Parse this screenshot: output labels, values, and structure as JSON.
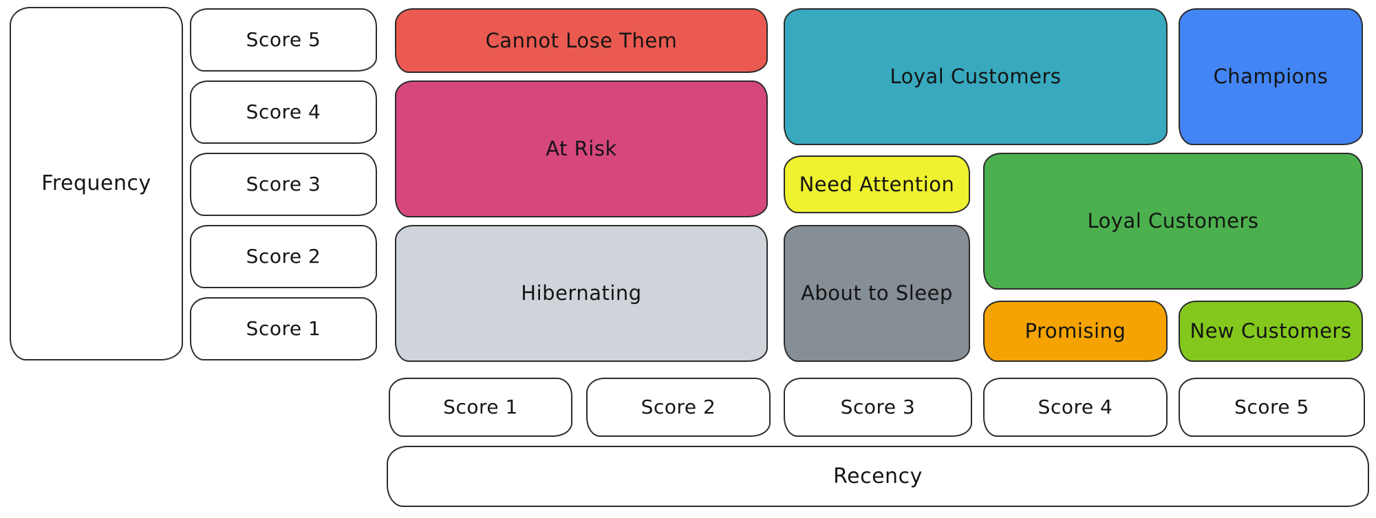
{
  "diagram": {
    "type": "rfm-segment-matrix",
    "y_axis": {
      "label": "Frequency",
      "scores": [
        "Score 5",
        "Score 4",
        "Score 3",
        "Score 2",
        "Score 1"
      ]
    },
    "x_axis": {
      "label": "Recency",
      "scores": [
        "Score 1",
        "Score 2",
        "Score 3",
        "Score 4",
        "Score 5"
      ]
    },
    "segments": [
      {
        "id": "cannot-lose-them",
        "label": "Cannot Lose Them",
        "color": "#ea5a50",
        "recency_scores": "1-2",
        "frequency_scores": "5"
      },
      {
        "id": "at-risk",
        "label": "At Risk",
        "color": "#d6477d",
        "recency_scores": "1-2",
        "frequency_scores": "3-4"
      },
      {
        "id": "hibernating",
        "label": "Hibernating",
        "color": "#ced4da",
        "recency_scores": "1-2",
        "frequency_scores": "1-2"
      },
      {
        "id": "loyal-customers-top",
        "label": "Loyal Customers",
        "color": "#38a9be",
        "recency_scores": "3-4",
        "frequency_scores": "4-5"
      },
      {
        "id": "champions",
        "label": "Champions",
        "color": "#4385f4",
        "recency_scores": "5",
        "frequency_scores": "4-5"
      },
      {
        "id": "need-attention",
        "label": "Need Attention",
        "color": "#eff22e",
        "recency_scores": "3",
        "frequency_scores": "3"
      },
      {
        "id": "about-to-sleep",
        "label": "About to Sleep",
        "color": "#868e96",
        "recency_scores": "3",
        "frequency_scores": "1-2"
      },
      {
        "id": "loyal-customers-mid",
        "label": "Loyal Customers",
        "color": "#4cb04e",
        "recency_scores": "4-5",
        "frequency_scores": "2-3"
      },
      {
        "id": "promising",
        "label": "Promising",
        "color": "#f5a302",
        "recency_scores": "4",
        "frequency_scores": "1"
      },
      {
        "id": "new-customers",
        "label": "New Customers",
        "color": "#84c81d",
        "recency_scores": "5",
        "frequency_scores": "1"
      }
    ]
  }
}
